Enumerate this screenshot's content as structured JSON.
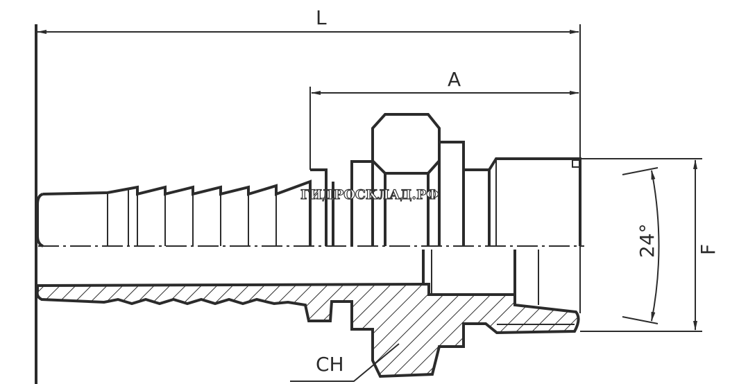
{
  "drawing": {
    "title": "Hose fitting technical drawing",
    "dimensions": {
      "length": "L",
      "a": "A",
      "thread": "F",
      "hex": "CH",
      "angle": "24°"
    },
    "watermark": "ГИДРОСКЛАД.РФ"
  },
  "colors": {
    "line": "#2b2b2b",
    "background": "#ffffff"
  }
}
